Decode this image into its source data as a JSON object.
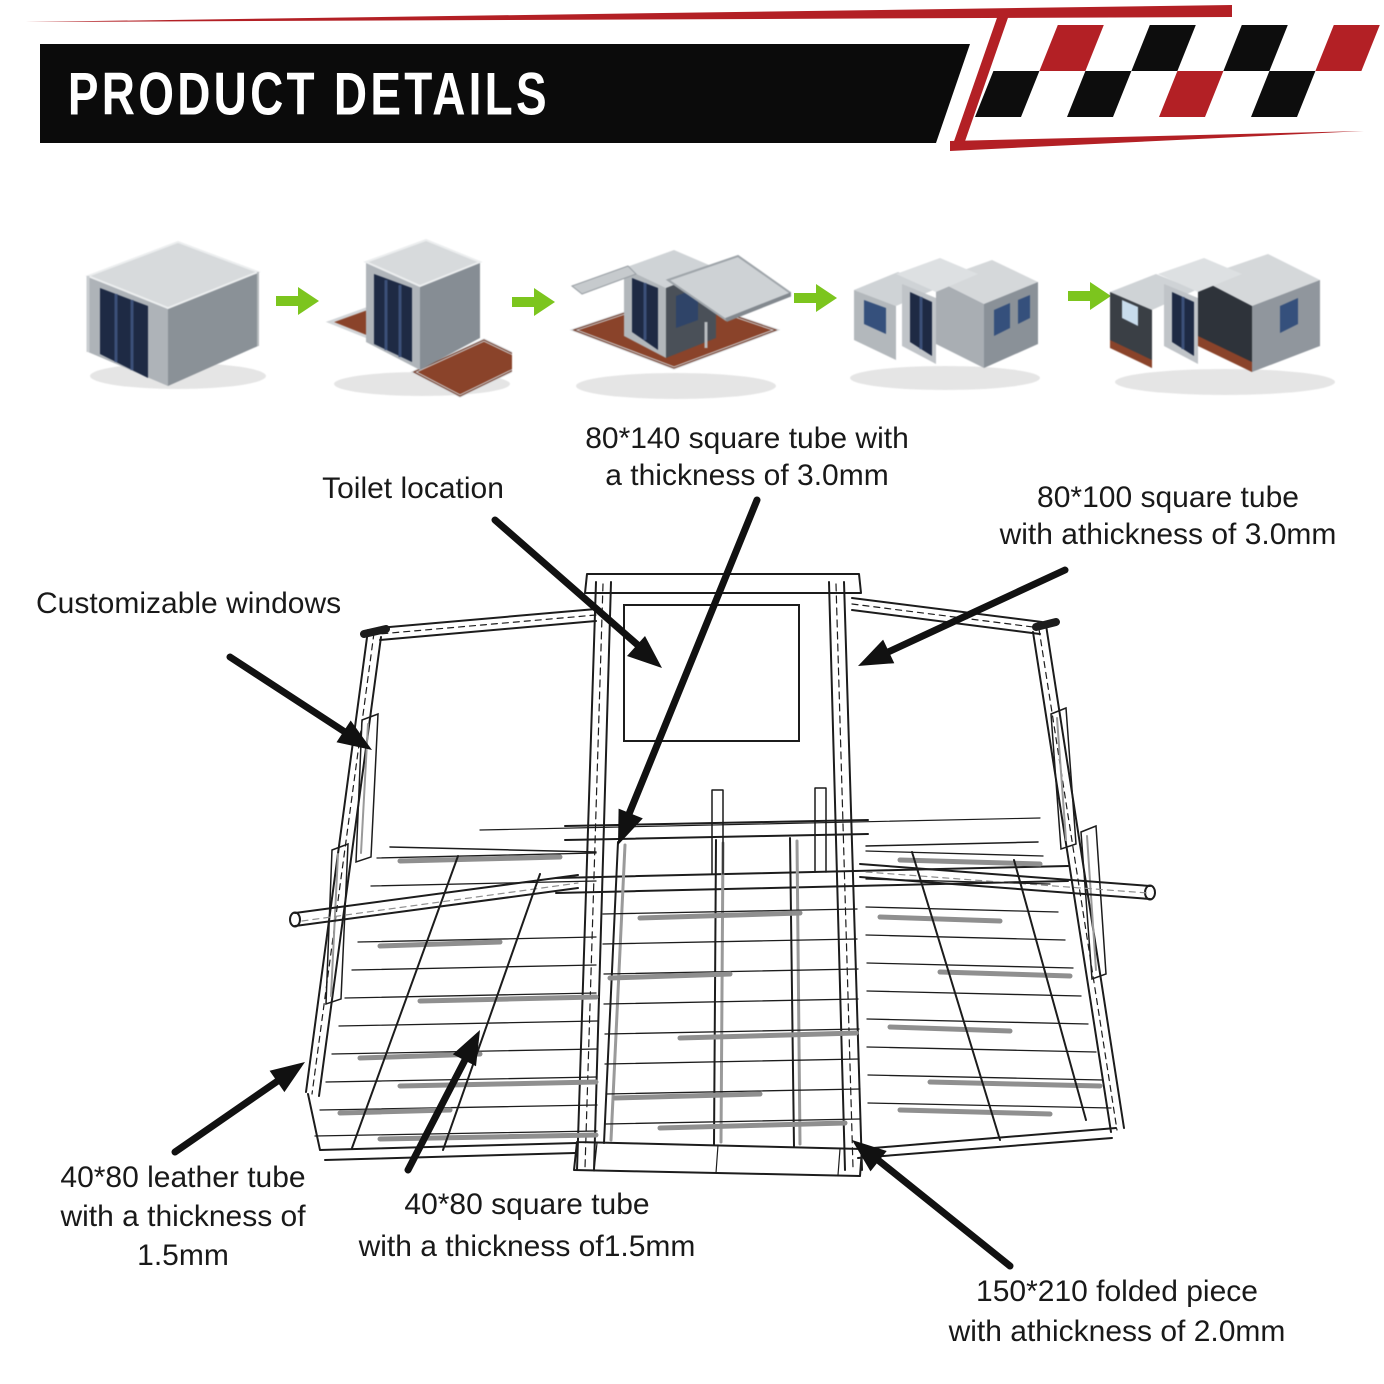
{
  "header": {
    "title": "PRODUCT DETAILS",
    "bar_color": "#0b0b0b",
    "accent_red": "#b32025",
    "flag_icon": "checkered-racing-flag",
    "flag_checks": {
      "row1": [
        "none",
        "red",
        "none",
        "black",
        "none",
        "black",
        "none",
        "red"
      ],
      "row2": [
        "black",
        "none",
        "black",
        "none",
        "red",
        "none",
        "black",
        "none"
      ]
    }
  },
  "process": {
    "arrow_icon": "green-right-arrow",
    "arrow_color": "#7cc51e",
    "stage_icons": [
      "container-folded",
      "container-floor-unfolded",
      "container-roof-opening",
      "container-fully-expanded",
      "container-expanded-open-side"
    ]
  },
  "diagram": {
    "annotations": {
      "toilet": {
        "lines": [
          "Toilet location"
        ]
      },
      "tube_80x140": {
        "lines": [
          "80*140 square tube with",
          "a thickness of 3.0mm"
        ]
      },
      "tube_80x100": {
        "lines": [
          "80*100 square tube",
          "with athickness of 3.0mm"
        ]
      },
      "windows": {
        "lines": [
          "Customizable windows"
        ]
      },
      "leather_40x80": {
        "lines": [
          "40*80 leather tube",
          "with a thickness of",
          "1.5mm"
        ]
      },
      "square_40x80": {
        "lines": [
          "40*80 square tube",
          "with a thickness of1.5mm"
        ]
      },
      "folded_150x210": {
        "lines": [
          "150*210 folded piece",
          "with athickness of 2.0mm"
        ]
      }
    }
  }
}
